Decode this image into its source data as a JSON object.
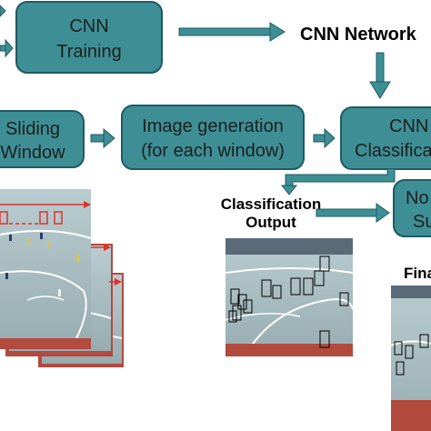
{
  "colors": {
    "box_fill": "#3d8f95",
    "box_stroke": "#1f5a62",
    "arrow": "#3d8f95",
    "court_floor": "#a7bcc0",
    "court_floor_dark": "#8fa5aa",
    "court_border": "#b24a3e",
    "court_line": "#ffffff",
    "window_red": "#e0302a",
    "detection_box": "#000000"
  },
  "boxes": {
    "cnn_training": {
      "line1": "CNN",
      "line2": "Training"
    },
    "sliding_window": {
      "line1": "Sliding",
      "line2": "Window"
    },
    "image_generation": {
      "line1": "Image generation",
      "line2": "(for each window)"
    },
    "cnn_classification": {
      "line1": "CNN",
      "line2": "Classifica"
    },
    "nms": {
      "line1": "No",
      "line2": "Su"
    }
  },
  "labels": {
    "cnn_network": "CNN Network",
    "classification_output_1": "Classification",
    "classification_output_2": "Output",
    "final": "Fina"
  }
}
